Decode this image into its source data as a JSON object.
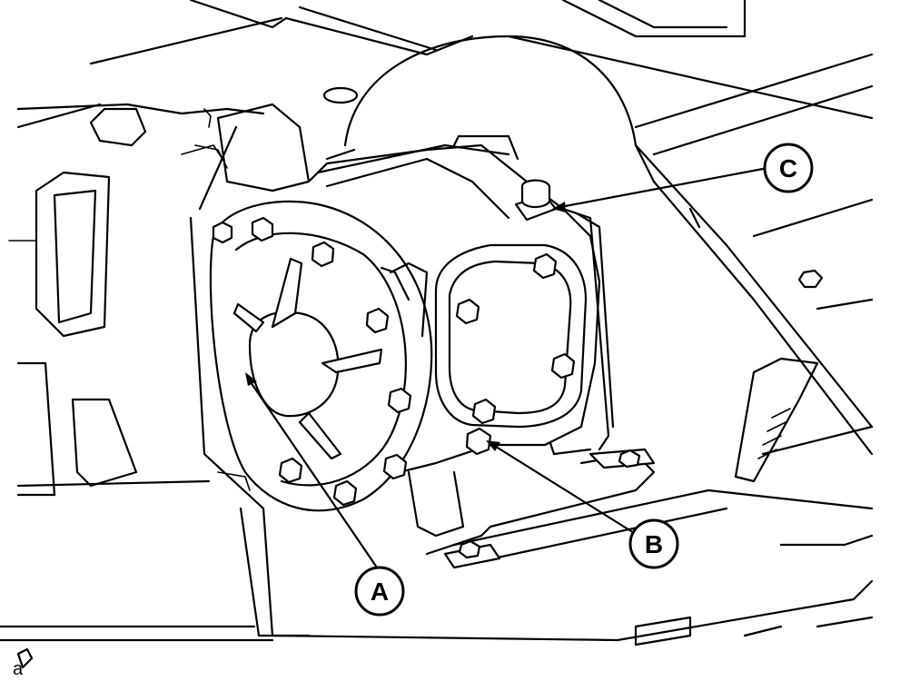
{
  "callouts": {
    "a": {
      "label": "A"
    },
    "b": {
      "label": "B"
    },
    "c": {
      "label": "C"
    }
  },
  "corner_mark": "a",
  "colors": {
    "ink": "#000000",
    "paper": "#ffffff"
  }
}
